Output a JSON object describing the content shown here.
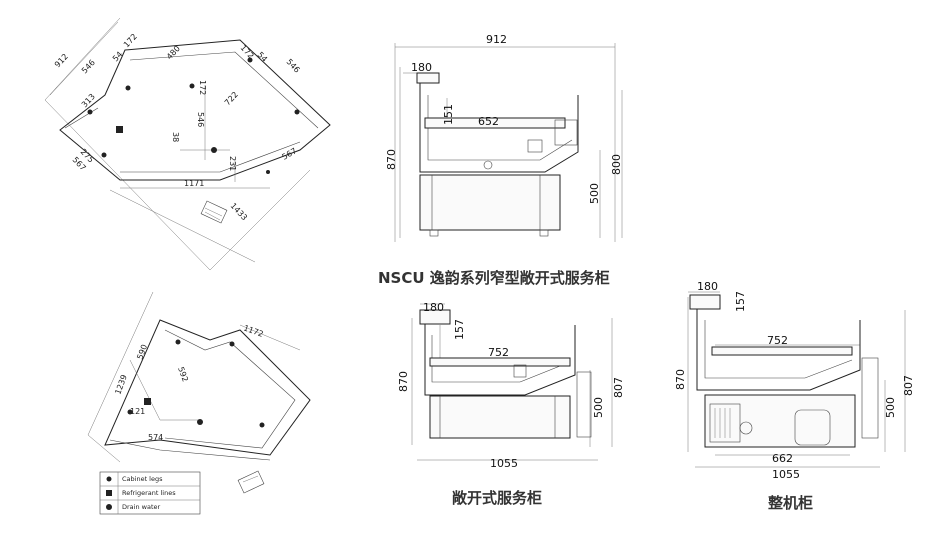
{
  "top_view": {
    "dims": [
      "912",
      "546",
      "172",
      "54",
      "480",
      "172",
      "54",
      "546",
      "172",
      "313",
      "546",
      "722",
      "38",
      "275",
      "231",
      "567",
      "567",
      "1171",
      "1433"
    ]
  },
  "side_view_main": {
    "dims": {
      "width": "912",
      "top_depth": "180",
      "h1": "151",
      "shelf": "652",
      "height": "870",
      "h2": "500",
      "h3": "800"
    },
    "caption": "NSCU 逸韵系列窄型敞开式服务柜"
  },
  "bottom_left": {
    "dims": [
      "1239",
      "590",
      "592",
      "1172",
      "121",
      "574"
    ],
    "legend": [
      "Cabinet legs",
      "Refrigerant lines",
      "Drain water"
    ]
  },
  "side_view_mid": {
    "dims": {
      "top": "180",
      "h1": "157",
      "shelf": "752",
      "height": "870",
      "h2": "500",
      "h3": "807",
      "width": "1055"
    },
    "caption": "敞开式服务柜"
  },
  "side_view_right": {
    "dims": {
      "top": "180",
      "h1": "157",
      "shelf": "752",
      "height": "870",
      "h2": "500",
      "h3": "807",
      "base": "662",
      "width": "1055"
    },
    "caption": "整机柜"
  }
}
